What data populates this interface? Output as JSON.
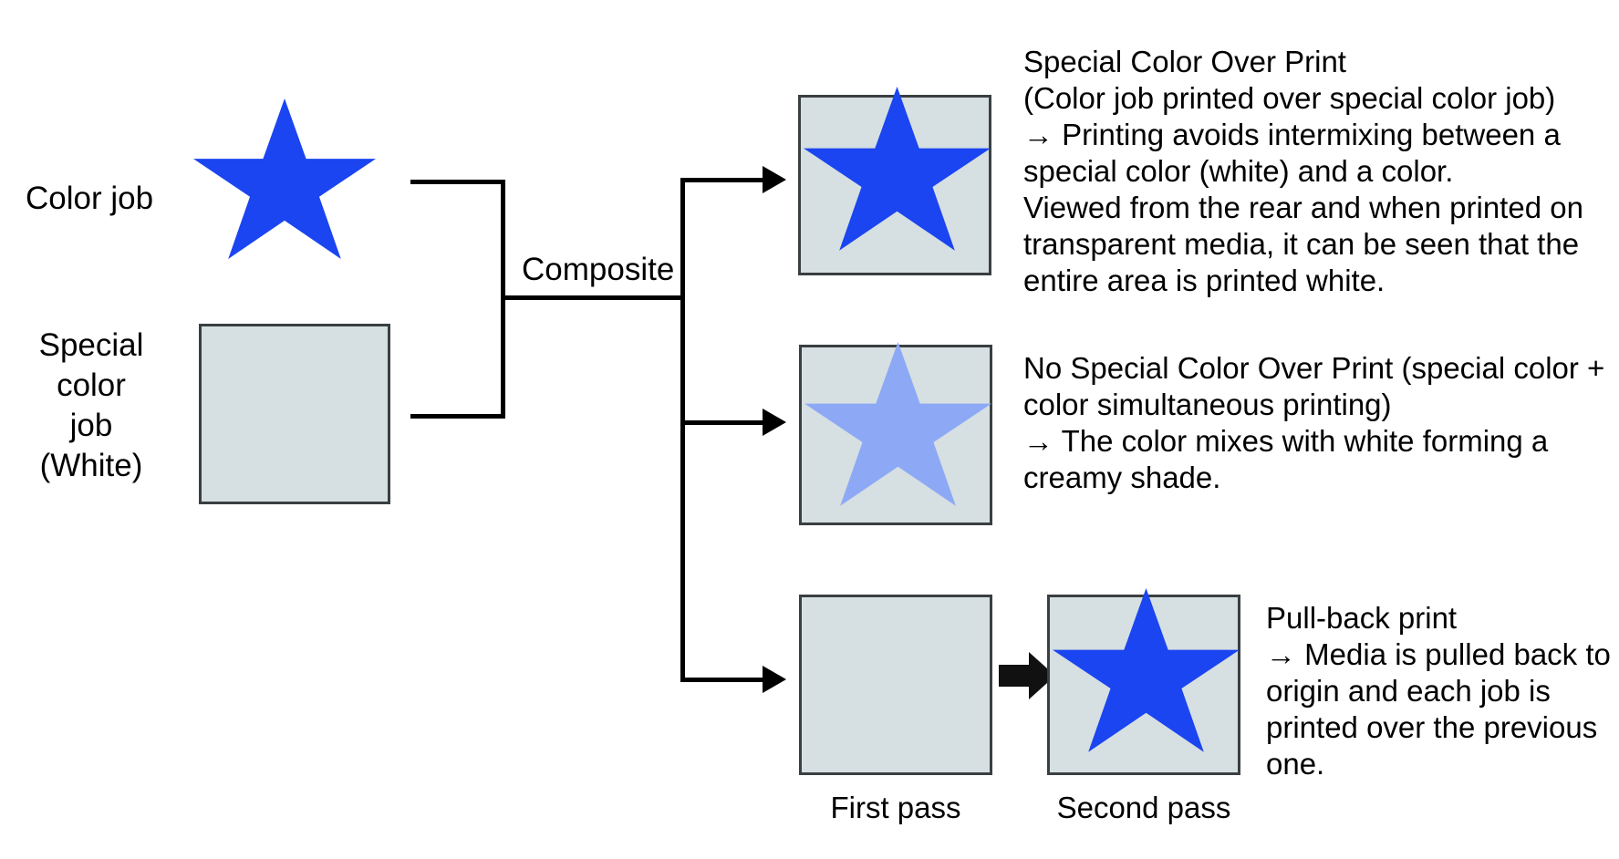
{
  "diagram": {
    "title": "Special Color Over Print composite workflow",
    "colors": {
      "star_blue": "#1a45f0",
      "star_light_blue": "#8da9f5",
      "panel_fill": "#d6dfe1",
      "panel_border": "#3a3f42",
      "line": "#000000",
      "background": "#ffffff"
    }
  },
  "inputs": {
    "color_job_label": "Color job",
    "special_color_job_label": "Special color\njob\n(White)"
  },
  "connector": {
    "composite_label": "Composite"
  },
  "branches": [
    {
      "id": "special-color-over-print",
      "star_color": "#1a45f0",
      "description": "Special Color Over Print\n(Color job printed over special color job)\n→ Printing avoids intermixing between a\nspecial color (white) and a color.\nViewed from the rear and when printed on\ntransparent media, it can be seen that the\nentire area is printed white."
    },
    {
      "id": "no-special-color-over-print",
      "star_color": "#8da9f5",
      "description": "No Special Color Over Print (special color +\ncolor simultaneous printing)\n→ The color mixes with white forming a\ncreamy shade."
    },
    {
      "id": "pull-back-print",
      "star_color": "#1a45f0",
      "description": "Pull-back print\n→ Media is pulled back to\norigin and each job is\nprinted over the previous\none.",
      "pass_labels": {
        "first": "First pass",
        "second": "Second pass"
      }
    }
  ]
}
